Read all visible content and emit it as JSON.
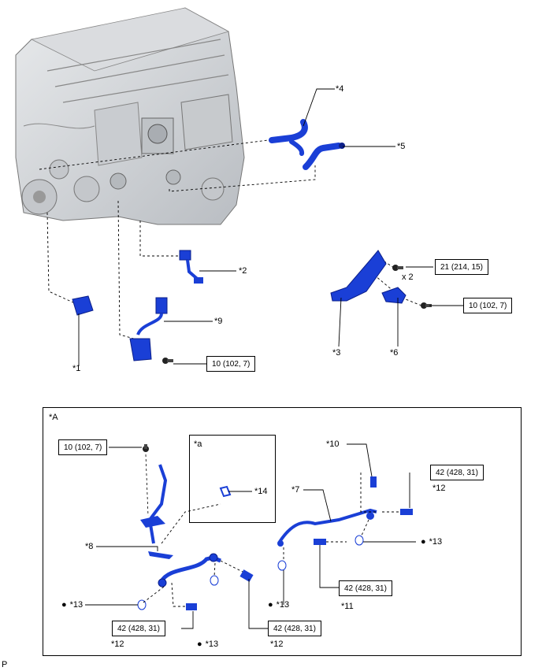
{
  "labels": {
    "l1": "*1",
    "l2": "*2",
    "l3": "*3",
    "l4": "*4",
    "l5": "*5",
    "l6": "*6",
    "l7": "*7",
    "l8": "*8",
    "l9": "*9",
    "l10": "*10",
    "l11": "*11",
    "l12a": "*12",
    "l12b": "*12",
    "l12c": "*12",
    "l13a": "*13",
    "l13b": "*13",
    "l13c": "*13",
    "l13d": "*13",
    "l14": "*14",
    "la": "*a",
    "lA": "*A",
    "x2": "x 2",
    "pmark": "P",
    "dot": "●"
  },
  "torques": {
    "t_21": "21 (214, 15)",
    "t_10_right": "10 (102, 7)",
    "t_10_left": "10 (102, 7)",
    "t_10_inset": "10 (102, 7)",
    "t_42_tr": "42 (428, 31)",
    "t_42_mid": "42 (428, 31)",
    "t_42_bl": "42 (428, 31)",
    "t_42_br": "42 (428, 31)"
  },
  "colors": {
    "part_blue": "#1a3fd6",
    "part_dark": "#0b1f8a",
    "engine_gray": "#cfd2d6"
  }
}
